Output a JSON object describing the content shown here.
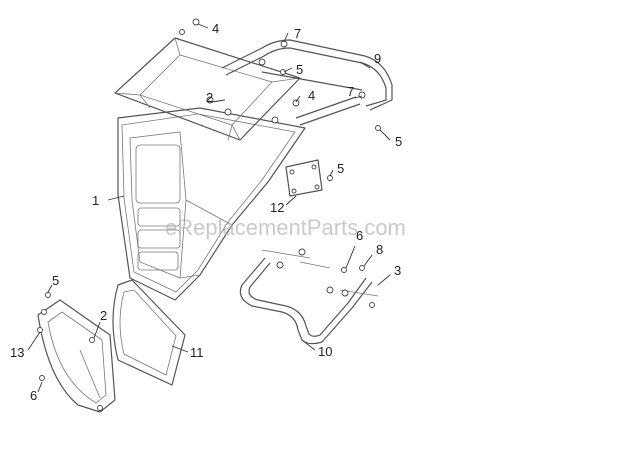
{
  "watermark": "eReplacementParts.com",
  "callouts": {
    "c1": "1",
    "c2a": "2",
    "c2b": "2",
    "c3": "3",
    "c4a": "4",
    "c4b": "4",
    "c5a": "5",
    "c5b": "5",
    "c5c": "5",
    "c5d": "5",
    "c6a": "6",
    "c6b": "6",
    "c7a": "7",
    "c7b": "7",
    "c8": "8",
    "c9": "9",
    "c10": "10",
    "c11": "11",
    "c12": "12",
    "c13": "13"
  }
}
